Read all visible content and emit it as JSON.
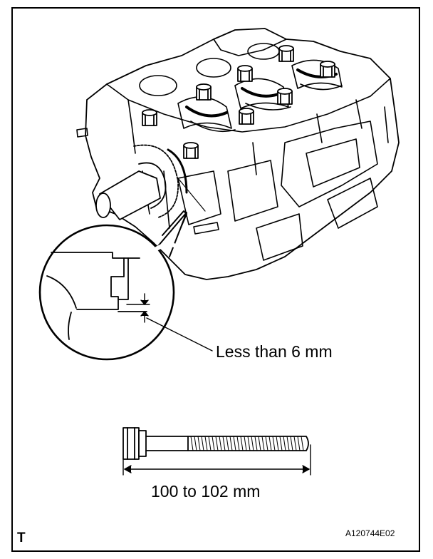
{
  "callout": {
    "label": "Less than 6 mm"
  },
  "bolt": {
    "length_label": "100 to 102 mm"
  },
  "footer": {
    "corner_mark": "T",
    "figure_code": "A120744E02"
  }
}
